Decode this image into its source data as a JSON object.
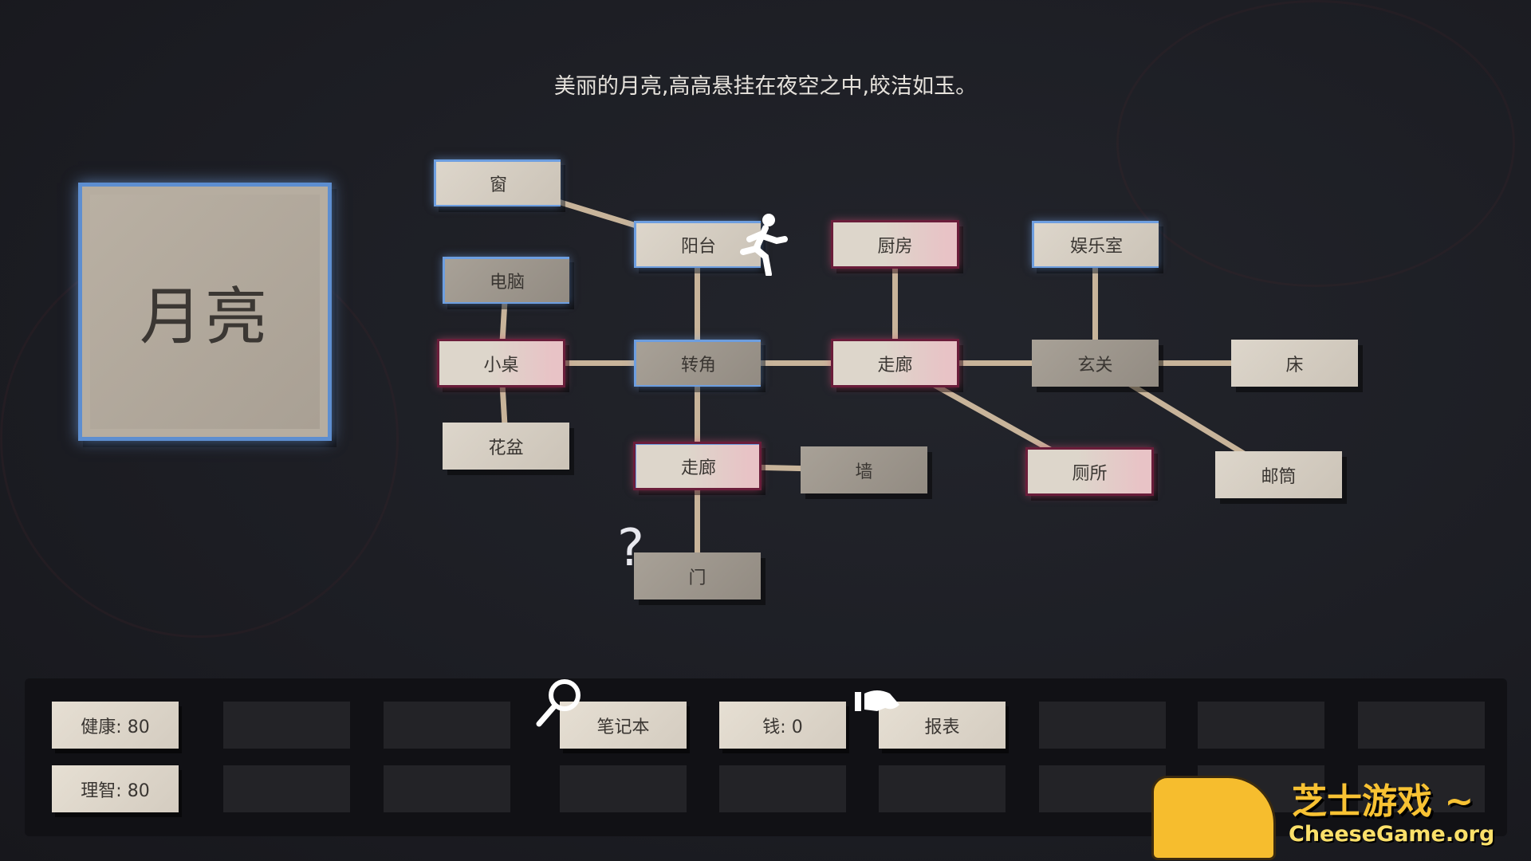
{
  "description": "美丽的月亮,高高悬挂在夜空之中,皎洁如玉。",
  "selected_card": {
    "title": "月亮"
  },
  "map": {
    "nodes": [
      {
        "id": "window",
        "label": "窗",
        "state": "visited"
      },
      {
        "id": "balcony",
        "label": "阳台",
        "state": "visited",
        "current": true
      },
      {
        "id": "kitchen",
        "label": "厨房",
        "state": "thorns"
      },
      {
        "id": "recroom",
        "label": "娱乐室",
        "state": "visited"
      },
      {
        "id": "computer",
        "label": "电脑",
        "state": "visited-dim"
      },
      {
        "id": "desk",
        "label": "小桌",
        "state": "thorns-dim"
      },
      {
        "id": "corner",
        "label": "转角",
        "state": "visited-dim"
      },
      {
        "id": "hall1",
        "label": "走廊",
        "state": "thorns"
      },
      {
        "id": "foyer",
        "label": "玄关",
        "state": "dim"
      },
      {
        "id": "bed",
        "label": "床",
        "state": "normal"
      },
      {
        "id": "flowerpot",
        "label": "花盆",
        "state": "normal"
      },
      {
        "id": "hall2",
        "label": "走廊",
        "state": "visited-thorns"
      },
      {
        "id": "wall",
        "label": "墙",
        "state": "dim"
      },
      {
        "id": "toilet",
        "label": "厕所",
        "state": "thorns"
      },
      {
        "id": "mailbox",
        "label": "邮筒",
        "state": "normal"
      },
      {
        "id": "door",
        "label": "门",
        "state": "dim",
        "unknown": true
      }
    ],
    "edges": [
      [
        "window",
        "balcony"
      ],
      [
        "balcony",
        "corner"
      ],
      [
        "computer",
        "desk"
      ],
      [
        "desk",
        "flowerpot"
      ],
      [
        "desk",
        "corner"
      ],
      [
        "corner",
        "hall1"
      ],
      [
        "corner",
        "hall2"
      ],
      [
        "kitchen",
        "hall1"
      ],
      [
        "hall1",
        "foyer"
      ],
      [
        "hall1",
        "toilet"
      ],
      [
        "recroom",
        "foyer"
      ],
      [
        "foyer",
        "bed"
      ],
      [
        "foyer",
        "mailbox"
      ],
      [
        "hall2",
        "wall"
      ],
      [
        "hall2",
        "door"
      ]
    ],
    "player_icon": "running-person-icon",
    "unknown_icon": "question-mark-icon",
    "unknown_glyph": "?"
  },
  "inventory": {
    "row1": [
      "健康: 80",
      "",
      "",
      "笔记本",
      "钱: 0",
      "报表",
      "",
      "",
      ""
    ],
    "row2": [
      "理智: 80",
      "",
      "",
      "",
      "",
      "",
      "",
      "",
      ""
    ],
    "notebook_icon": "magnifier-icon",
    "report_icon": "grab-hand-icon"
  },
  "watermark": {
    "cn": "芝士游戏 ~",
    "en": "CheeseGame.org"
  },
  "colors": {
    "visited_border": "#6d9ee0",
    "thorns": "#6a1d3a",
    "card": "#d8d0c4",
    "logo": "#f6bd2e"
  }
}
